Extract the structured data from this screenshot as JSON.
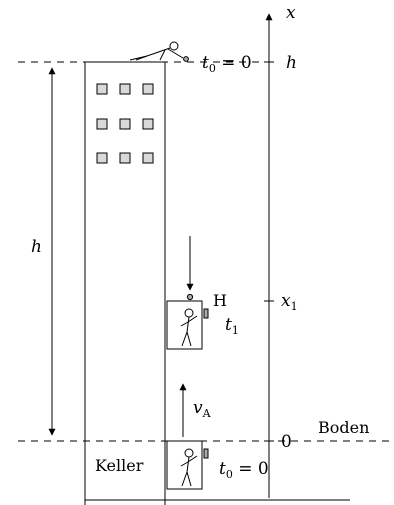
{
  "labels": {
    "x_axis": "x",
    "h_axis": "h",
    "t0_top_t": "t",
    "t0_top_sub": "0",
    "t0_top_eq": " = 0",
    "x1_x": "x",
    "x1_sub": "1",
    "zero": "0",
    "ground": "Boden",
    "h_dimension": "h",
    "H": "H",
    "t1_t": "t",
    "t1_sub": "1",
    "vA_v": "v",
    "vA_sub": "A",
    "basement": "Keller",
    "t0_bot_t": "t",
    "t0_bot_sub": "0",
    "t0_bot_eq": " = 0"
  },
  "colors": {
    "line": "#000000",
    "window_fill": "#d9d9d9",
    "background": "#ffffff"
  },
  "icons": {
    "person_top": "lying-person-icon",
    "person_h": "person-in-elevator-icon",
    "person_keller": "person-in-elevator-icon"
  }
}
